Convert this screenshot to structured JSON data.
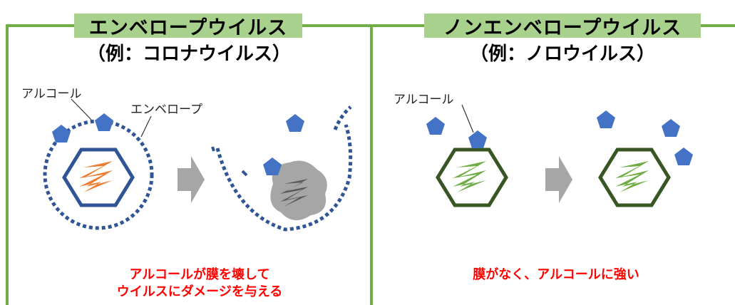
{
  "left_panel": {
    "title": "エンベロープウイルス",
    "subtitle": "（例：コロナウイルス）",
    "label_alcohol": "アルコール",
    "label_envelope": "エンベロープ",
    "caption_line1": "アルコールが膜を壊して",
    "caption_line2": "ウイルスにダメージを与える"
  },
  "right_panel": {
    "title": "ノンエンベロープウイルス",
    "subtitle": "（例：ノロウイルス）",
    "label_alcohol": "アルコール",
    "caption": "膜がなく、アルコールに強い"
  },
  "colors": {
    "frame_green": "#70ad47",
    "title_bg": "#a9d18e",
    "envelope_blue": "#2f5597",
    "alcohol_blue": "#4472c4",
    "rna_orange": "#ed7d31",
    "virus_dark_green": "#375623",
    "rna_green": "#70ad47",
    "damaged_gray": "#a6a6a6",
    "arrow_gray": "#a6a6a6",
    "caption_red": "#ff0000"
  }
}
